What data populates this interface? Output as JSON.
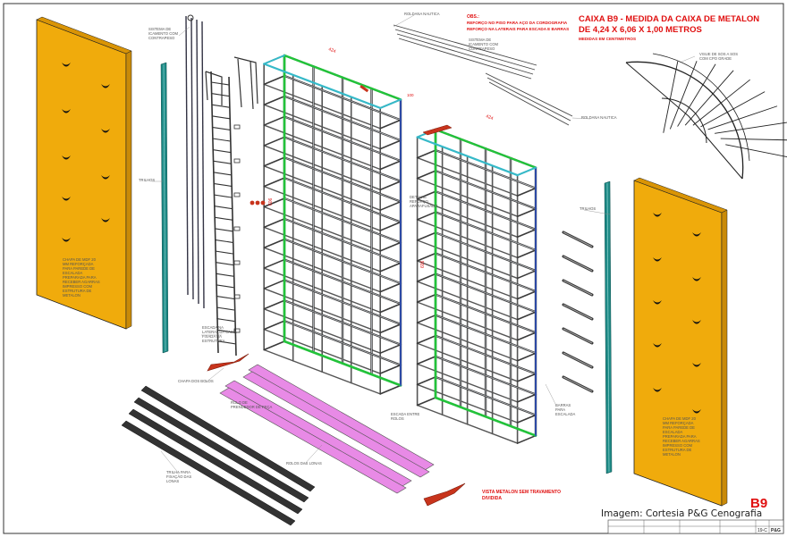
{
  "drawing": {
    "title_line1": "CAIXA B9 - MEDIDA DA CAIXA DE METALON",
    "title_line2": "DE 4,24 X 6,06 X 1,00 METROS",
    "units_note": "MEDIDAS EM CENTIMETROS",
    "obs_label": "OBS.:",
    "obs_line1": "REFORÇO NO PISO PARA AÇO DA CORDOGRAFIA",
    "obs_line2": "REFORÇO NA LATERAIS PARA ESCADA E BARRAS",
    "sheet_code": "B9",
    "caption": "Imagem: Cortesia P&G Cenografia",
    "vista_line1": "VISTA METALON SEM TRAVAMENTO",
    "vista_line2": "DIVIDIDA"
  },
  "annotations": {
    "chapa_left": [
      "CHAPA DE MDF 20",
      "MM REFORÇADA",
      "PARA PAREDE DE",
      "ESCALADA",
      "PREPARADA PARA",
      "RECEBER AGARRAS",
      "IMPRESSO COM",
      "ESTRUTURA DE",
      "METALON"
    ],
    "chapa_right": [
      "CHAPA DE MDF 20",
      "MM REFORÇADA",
      "PARA PAREDE DE",
      "ESCALADA",
      "PREPARADA PARA",
      "RECEBER AGARRAS",
      "IMPRESSO COM",
      "ESTRUTURA DE",
      "METALON"
    ],
    "sistema_contrapeso": [
      "SISTEMA DE",
      "ICAMENTO COM",
      "CONTRAPESO"
    ],
    "sistema_contrapeso_2": [
      "SISTEMA DE",
      "ICAMENTO COM",
      "CONTRAPESO"
    ],
    "roldana_1": "ROLDANA NAUTICA",
    "roldana_2": "ROLDANA NAUTICA",
    "trilhos_left": "TRILHOS",
    "trilhos_right": "TRILHOS",
    "escada": [
      "ESCADA NA",
      "LATERAL DA CAIXA",
      "FIXADA NA",
      "ESTRUTURA"
    ],
    "chapa_dos_bolos": "CHAPA DOS BOLOS",
    "rolo_prendedor": [
      "ROLO DE",
      "PRENDEDOR DE PEÇA"
    ],
    "trilha_ferro": [
      "TRILHA PARA",
      "FIXAÇÃO DAS",
      "LONAS"
    ],
    "rolos_lonas": "ROLOS DAS LONAS",
    "escada_rolo": [
      "ESCADA ENTRE",
      "ROLOS"
    ],
    "barras_escalada": [
      "BARRAS",
      "PARA",
      "ESCALADA"
    ],
    "detalhe_reforco": [
      "DETALHE",
      "REFORÇO",
      "APARAFUSADO"
    ],
    "vista_superior": [
      "VISUE DE SOS A SOS",
      "COM CPO GRADE"
    ]
  },
  "dimensions": {
    "width_top_1": "424",
    "width_top_2": "424",
    "height_1": "606",
    "height_2": "606",
    "depth_1": "100"
  },
  "title_block": {
    "cells": [
      "19-C",
      "P&G"
    ]
  },
  "colors": {
    "panel_fill": "#f0ab0c",
    "hold": "#111111",
    "frame": "#3a3a3a",
    "green_edge": "#22c33a",
    "cyan_edge": "#35b9c8",
    "blue_edge": "#2a4ec0",
    "rail_teal": "#1e8a86",
    "pink_roll": "#e88ae6",
    "red_accent": "#c8341c",
    "red_text": "#e01010"
  }
}
